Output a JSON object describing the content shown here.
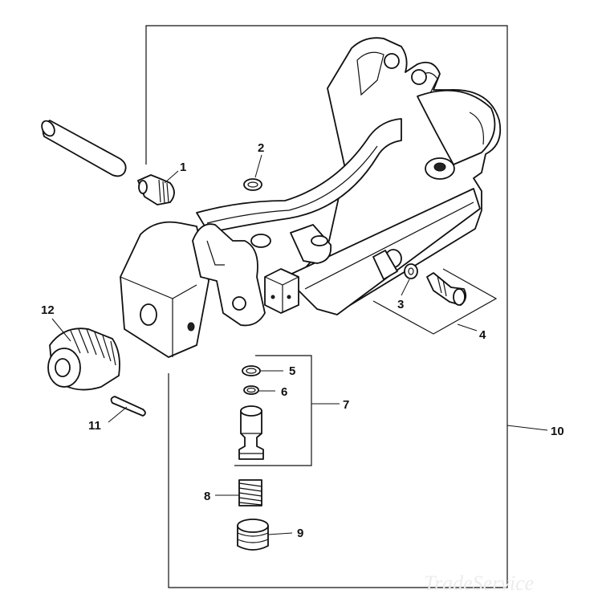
{
  "callouts": [
    {
      "id": "1",
      "label": "1"
    },
    {
      "id": "2",
      "label": "2"
    },
    {
      "id": "3",
      "label": "3"
    },
    {
      "id": "4",
      "label": "4"
    },
    {
      "id": "5",
      "label": "5"
    },
    {
      "id": "6",
      "label": "6"
    },
    {
      "id": "7",
      "label": "7"
    },
    {
      "id": "8",
      "label": "8"
    },
    {
      "id": "9",
      "label": "9"
    },
    {
      "id": "10",
      "label": "10"
    },
    {
      "id": "11",
      "label": "11"
    },
    {
      "id": "12",
      "label": "12"
    }
  ],
  "watermark": "TradeService",
  "colors": {
    "line": "#111111",
    "background": "#ffffff",
    "watermark": "#ececec"
  }
}
